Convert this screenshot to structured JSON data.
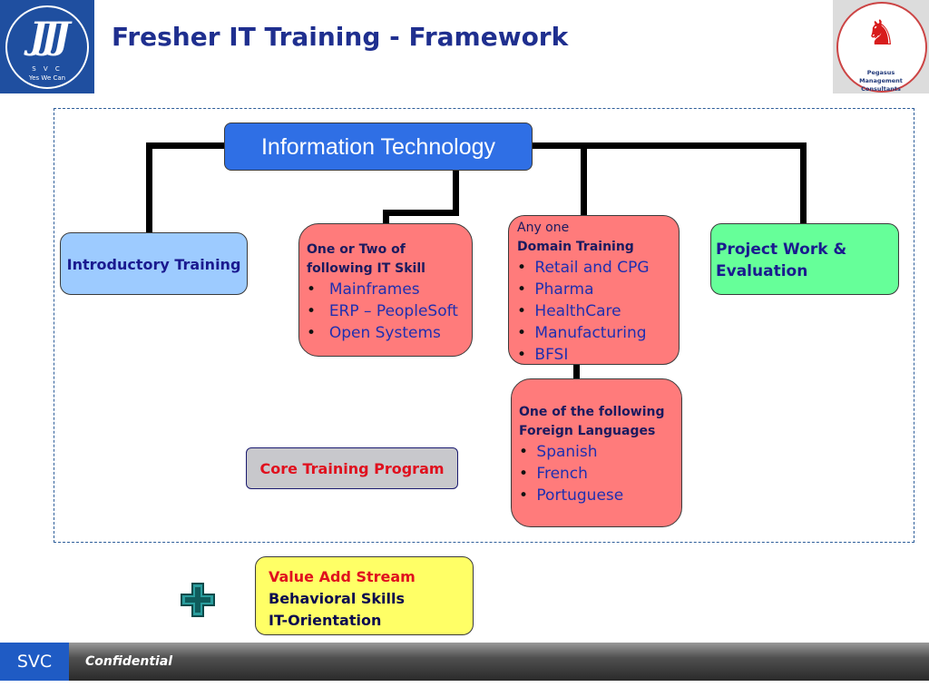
{
  "header": {
    "title": "Fresher IT Training - Framework",
    "left_logo": {
      "initials": "S V C",
      "tagline": "Yes We Can",
      "mark": "JJJ"
    },
    "right_logo": {
      "text": "Pegasus Management Consultants",
      "icon": "pegasus-icon"
    }
  },
  "diagram": {
    "root": "Information Technology",
    "introductory": "Introductory Training",
    "it_skill": {
      "lead_line1": "One or Two of",
      "lead_line2": "following IT Skill",
      "items": [
        "Mainframes",
        "ERP – PeopleSoft",
        "Open Systems"
      ]
    },
    "domain": {
      "lead_line1": "Any one",
      "lead_line2": "Domain Training",
      "items": [
        "Retail and CPG",
        "Pharma",
        "HealthCare",
        "Manufacturing",
        "BFSI"
      ]
    },
    "project": {
      "line1": "Project Work &",
      "line2": "Evaluation"
    },
    "languages": {
      "lead_line1": "One of the following",
      "lead_line2": "Foreign Languages",
      "items": [
        "Spanish",
        "French",
        "Portuguese"
      ]
    },
    "core": "Core Training Program",
    "value_add": {
      "title": "Value Add Stream",
      "line1": "Behavioral Skills",
      "line2": "IT-Orientation"
    }
  },
  "footer": {
    "tab": "SVC",
    "text": "Confidential"
  },
  "colors": {
    "title": "#1f2f8f",
    "root_box": "#2f6fe5",
    "intro_box": "#9dcbff",
    "red_box": "#ff7b7b",
    "green_box": "#66ff99",
    "yellow_box": "#ffff66",
    "core_box": "#c8c8cc",
    "accent_red": "#e0101e",
    "footer_tab": "#1f5bc4"
  }
}
